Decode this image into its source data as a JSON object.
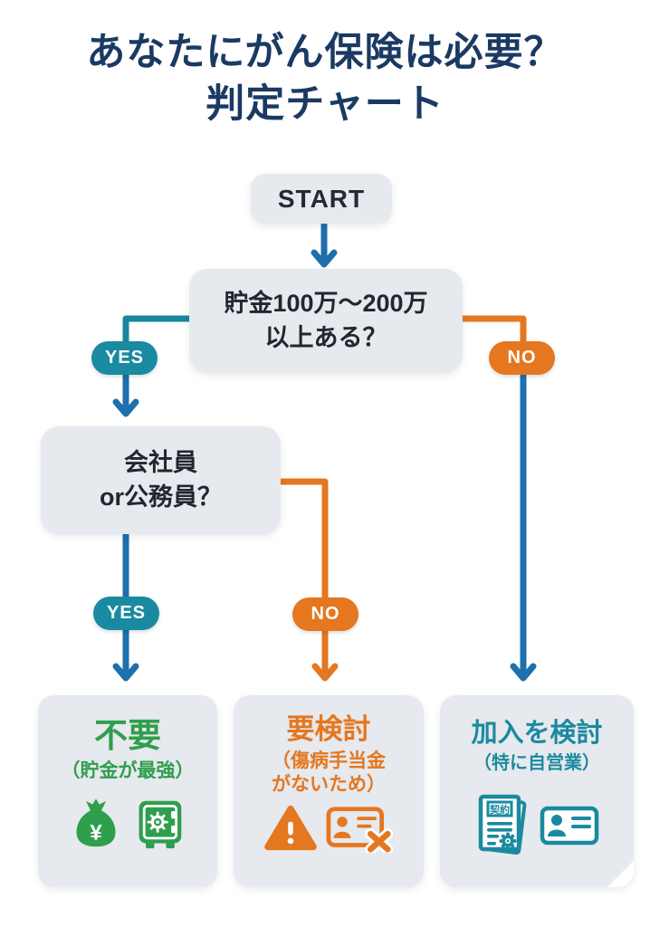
{
  "title": {
    "line1": "あなたにがん保険は必要？",
    "line2": "判定チャート"
  },
  "start": {
    "label": "START"
  },
  "questions": [
    {
      "line1": "貯金100万〜200万",
      "line2": "以上ある？"
    },
    {
      "line1": "会社員",
      "line2": "or公務員？"
    }
  ],
  "badges": {
    "yes": "YES",
    "no": "NO"
  },
  "results": [
    {
      "title": "不要",
      "subtitle_lines": [
        "（貯金が最強）"
      ],
      "icons": [
        "money-bag-icon",
        "safe-icon"
      ],
      "color": "#2f9e4d"
    },
    {
      "title": "要検討",
      "subtitle_lines": [
        "（傷病手当金",
        "がないため）"
      ],
      "icons": [
        "warning-icon",
        "id-card-x-icon"
      ],
      "color": "#e4771f"
    },
    {
      "title": "加入を検討",
      "subtitle_lines": [
        "（特に自営業）"
      ],
      "icons": [
        "contract-icon",
        "id-card-icon"
      ],
      "color": "#1a8aa0"
    }
  ],
  "icon_text": {
    "contract_label": "契約",
    "money_bag_symbol": "¥"
  },
  "colors": {
    "title_navy": "#1a3a63",
    "node_gray": "#e6e9ed",
    "teal": "#1a8aa0",
    "orange": "#e4771f",
    "arrow_blue": "#1d6fad",
    "green": "#2f9e4d"
  }
}
